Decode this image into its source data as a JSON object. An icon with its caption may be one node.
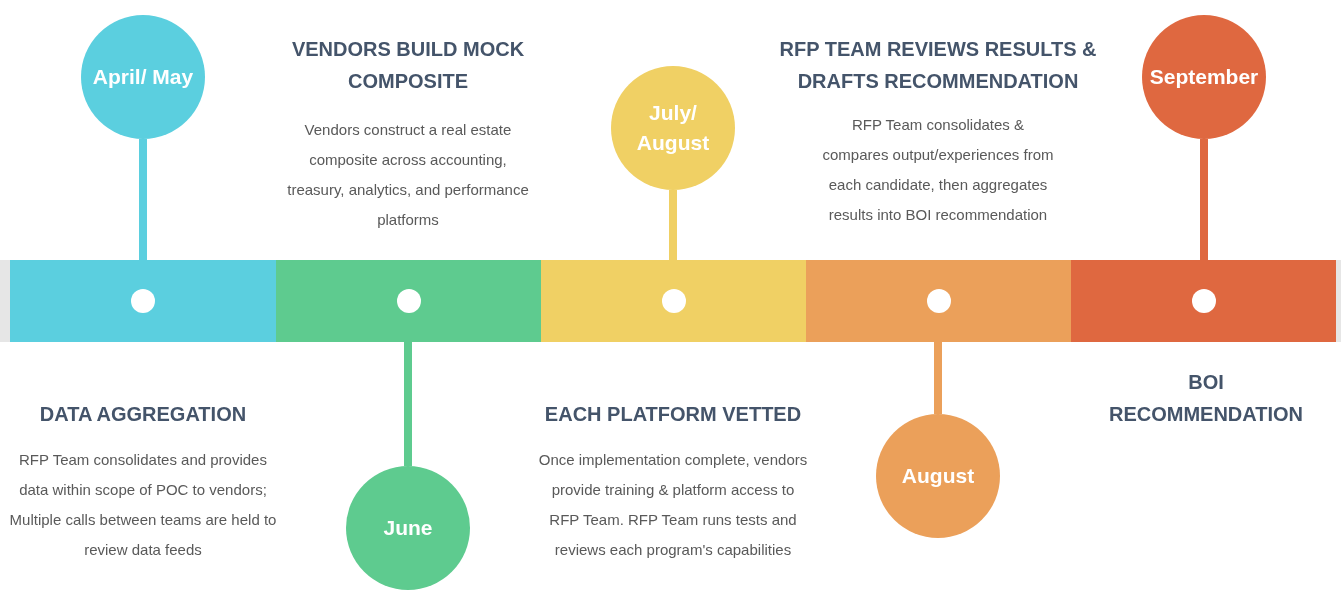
{
  "diagram": {
    "nodes": [
      {
        "text": [
          "April/ May"
        ]
      },
      {
        "text": [
          "June"
        ]
      },
      {
        "text": [
          "July/ August"
        ]
      },
      {
        "text": [
          "August"
        ]
      },
      {
        "text": [
          "September"
        ]
      },
      {
        "text": [],
        "shape": "bar"
      },
      {
        "text": [],
        "shape": "bar"
      },
      {
        "text": [],
        "shape": "bar"
      },
      {
        "text": [],
        "shape": "bar"
      },
      {
        "text": [],
        "shape": "bar"
      }
    ],
    "edges": [
      {
        "from": 5,
        "to": 0,
        "arrow": "none",
        "color": "#5bcfdf"
      },
      {
        "from": 6,
        "to": 1,
        "arrow": "none",
        "color": "#5ecb8f"
      },
      {
        "from": 7,
        "to": 2,
        "arrow": "none",
        "color": "#f0d064"
      },
      {
        "from": 8,
        "to": 3,
        "arrow": "none",
        "color": "#eba05a"
      },
      {
        "from": 9,
        "to": 4,
        "arrow": "none",
        "color": "#df6840"
      }
    ],
    "labels": [
      "VENDORS BUILD MOCK COMPOSITE",
      "Vendors construct a real estate composite across accounting, treasury, analytics, and performance platforms",
      "RFP TEAM REVIEWS RESULTS & DRAFTS RECOMMENDATION",
      "RFP Team consolidates & compares output/experiences from each candidate, then aggregates results into BOI recommendation",
      "DATA AGGREGATION",
      "RFP Team consolidates and provides data within scope of POC to vendors; Multiple calls between teams are held to review data feeds",
      "EACH PLATFORM VETTED",
      "Once implementation complete, vendors provide training & platform access to RFP Team.  RFP Team runs tests and reviews each program's capabilities",
      "BOI RECOMMENDATION"
    ]
  }
}
